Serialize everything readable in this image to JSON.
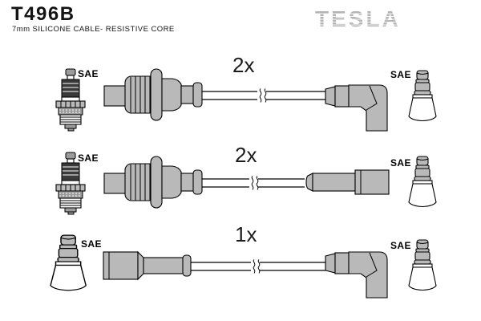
{
  "header": {
    "part_number": "T496B",
    "subtitle": "7mm SILICONE CABLE- RESISTIVE CORE",
    "brand": "TESLA"
  },
  "rows": [
    {
      "quantity": "2x",
      "left_terminal": "spark-plug",
      "left_terminal_label": "SAE",
      "left_boot": "ribbed-bellows-straight-boot",
      "right_boot": "elbow-90-degree-boot",
      "right_terminal": "distributor-terminal",
      "right_terminal_label": "SAE"
    },
    {
      "quantity": "2x",
      "left_terminal": "spark-plug",
      "left_terminal_label": "SAE",
      "left_boot": "ribbed-bellows-straight-boot",
      "right_boot": "straight-cylinder-boot",
      "right_terminal": "distributor-terminal",
      "right_terminal_label": "SAE"
    },
    {
      "quantity": "1x",
      "left_terminal": "distributor-terminal",
      "left_terminal_label": "SAE",
      "left_boot": "tapered-straight-boot",
      "right_boot": "elbow-90-degree-boot",
      "right_terminal": "distributor-terminal",
      "right_terminal_label": "SAE"
    }
  ],
  "colors": {
    "background": "#ffffff",
    "boot_gray": "#b9b9b9",
    "logo_gray": "#b4b4b4",
    "outline": "#000000"
  }
}
